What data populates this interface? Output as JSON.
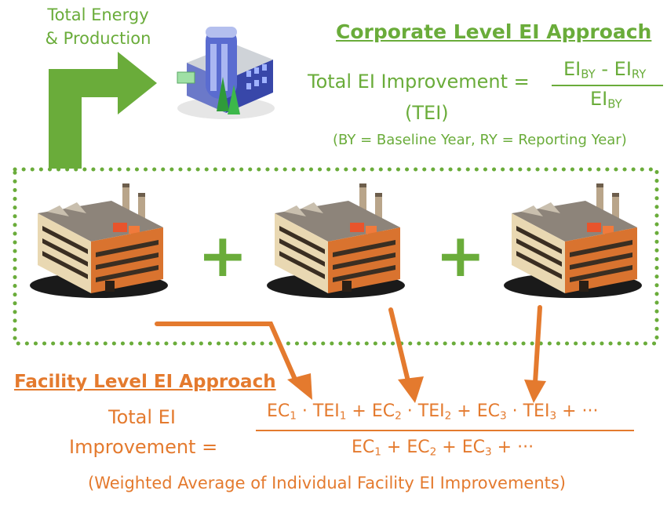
{
  "top_flow_label_line1": "Total Energy",
  "top_flow_label_line2": "& Production",
  "corporate": {
    "title": "Corporate Level EI Approach",
    "lhs": "Total EI Improvement =",
    "lhs_abbrev": "(TEI)",
    "numerator_a": "EI",
    "numerator_a_sub": "BY",
    "numerator_minus": " - EI",
    "numerator_b_sub": "RY",
    "denominator": "EI",
    "denominator_sub": "BY",
    "note": "(BY = Baseline Year, RY = Reporting Year)"
  },
  "plus_sign": "+",
  "facility": {
    "title": "Facility Level EI Approach",
    "lhs_line1": "Total EI",
    "lhs_line2": "Improvement =",
    "numerator_terms": [
      {
        "ec": "EC",
        "ec_sub": "1",
        "tei": "TEI",
        "tei_sub": "1"
      },
      {
        "ec": "EC",
        "ec_sub": "2",
        "tei": "TEI",
        "tei_sub": "2"
      },
      {
        "ec": "EC",
        "ec_sub": "3",
        "tei": "TEI",
        "tei_sub": "3"
      }
    ],
    "dot": " · ",
    "plus": " + ",
    "ellipsis": "···",
    "denominator_terms": [
      {
        "ec": "EC",
        "ec_sub": "1"
      },
      {
        "ec": "EC",
        "ec_sub": "2"
      },
      {
        "ec": "EC",
        "ec_sub": "3"
      }
    ],
    "note": "(Weighted Average of Individual Facility EI Improvements)"
  },
  "colors": {
    "green": "#6aac3a",
    "orange": "#e47a2e"
  }
}
